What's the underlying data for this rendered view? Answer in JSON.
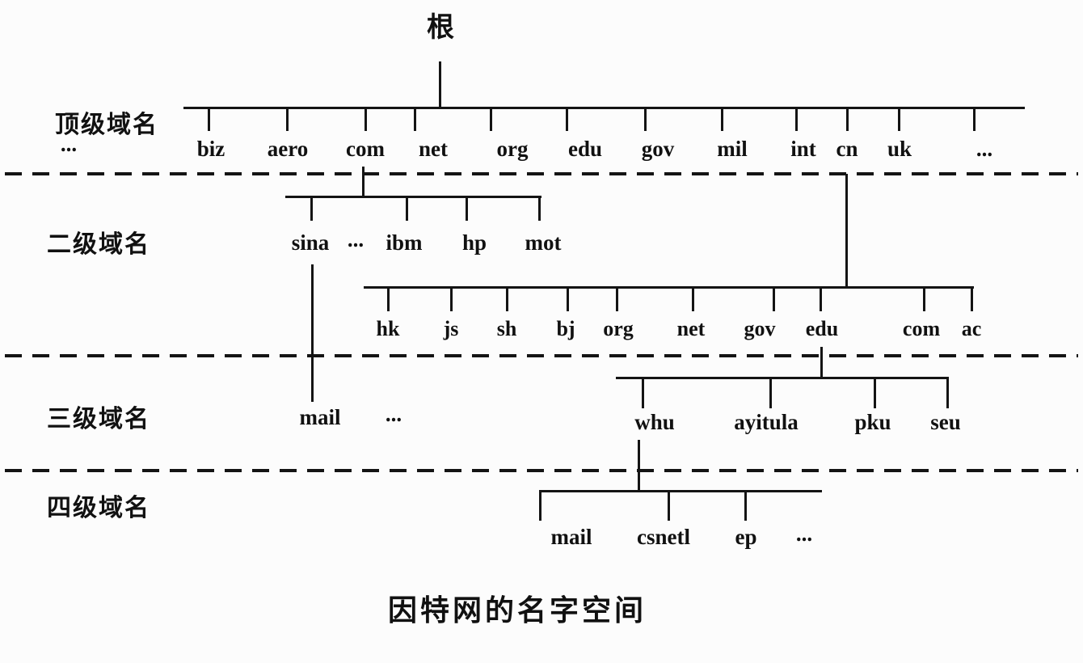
{
  "diagram": {
    "root": "根",
    "caption": "因特网的名字空间",
    "row_labels": {
      "level1": "顶级域名",
      "level1_more": "...",
      "level2": "二级域名",
      "level3": "三级域名",
      "level4": "四级域名"
    },
    "top_level": [
      "biz",
      "aero",
      "com",
      "net",
      "org",
      "edu",
      "gov",
      "mil",
      "int",
      "cn",
      "uk",
      "..."
    ],
    "com_children": [
      "sina",
      "...",
      "ibm",
      "hp",
      "mot"
    ],
    "cn_children": [
      "hk",
      "js",
      "sh",
      "bj",
      "org",
      "net",
      "gov",
      "edu",
      "com",
      "ac"
    ],
    "sina_children": [
      "mail",
      "..."
    ],
    "edu_children": [
      "whu",
      "ayitula",
      "pku",
      "seu"
    ],
    "whu_children": [
      "mail",
      "csnetl",
      "ep",
      "..."
    ],
    "colors": {
      "line": "#141414",
      "text": "#111111",
      "background": "#fcfcfc"
    }
  }
}
